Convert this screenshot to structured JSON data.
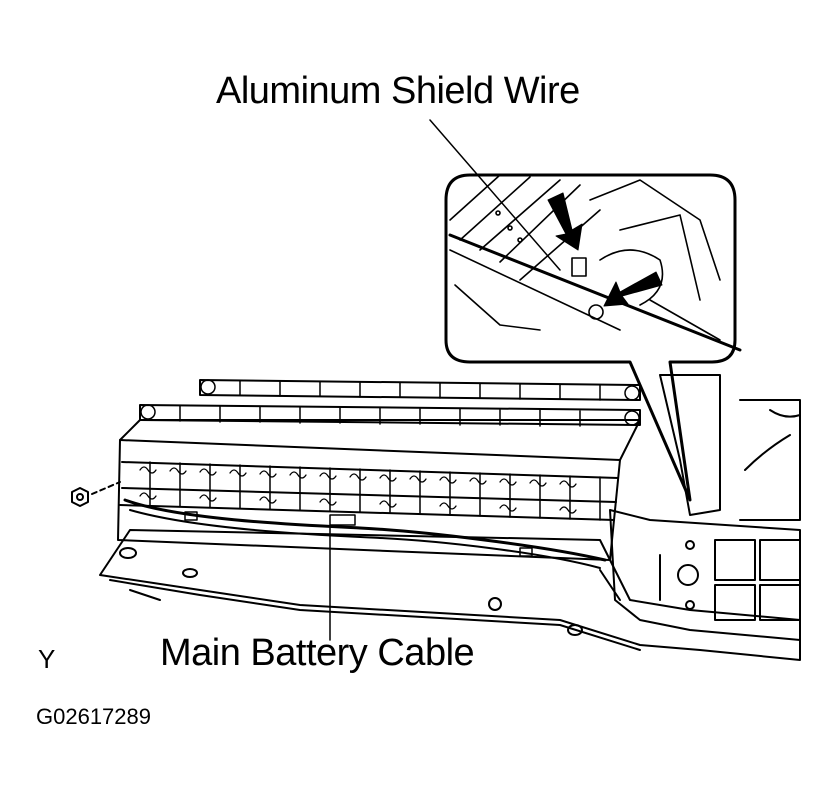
{
  "labels": {
    "aluminum_shield_wire": "Aluminum Shield Wire",
    "main_battery_cable": "Main Battery Cable",
    "view_letter": "Y",
    "figure_code": "G02617289"
  },
  "colors": {
    "line": "#000000",
    "background": "#ffffff"
  }
}
